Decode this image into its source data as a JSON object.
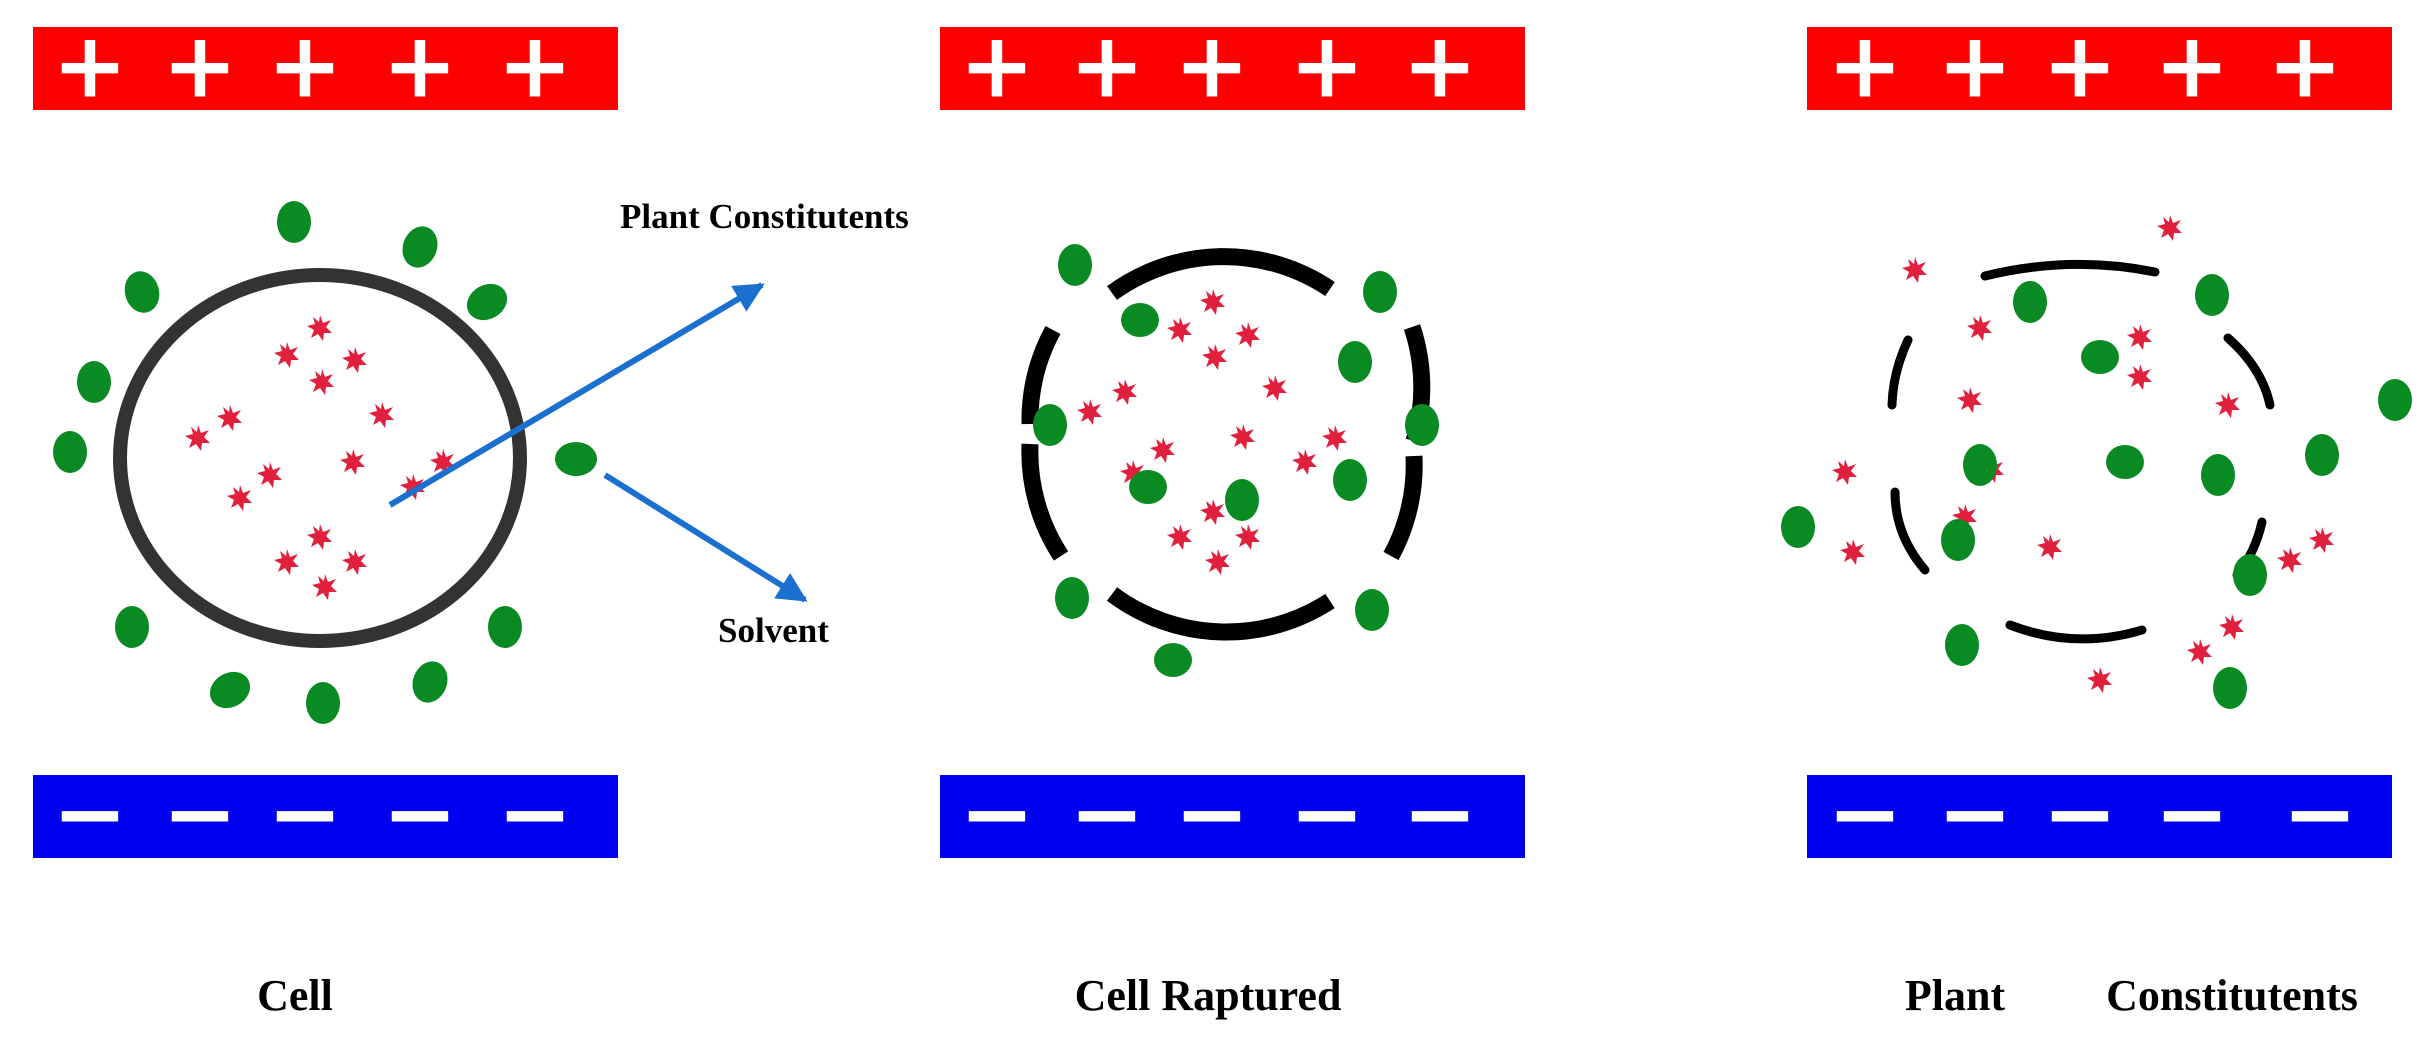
{
  "figure": {
    "colors": {
      "positive_plate": "#ff0000",
      "negative_plate": "#0000f0",
      "sign": "#ffffff",
      "solvent": "#0a8a23",
      "constituent": "#e0203c",
      "cell_wall": "#333333",
      "ruptured_wall": "#000000",
      "arrow": "#1a6fcf",
      "text": "#000000"
    },
    "annotations": {
      "plant_constituents": "Plant Constitutents",
      "solvent": "Solvent"
    },
    "panels": [
      {
        "id": "intact",
        "positive_signs": [
          "+",
          "+",
          "+",
          "+",
          "+"
        ],
        "negative_signs": [
          "−",
          "−",
          "−",
          "−",
          "−"
        ],
        "caption": [
          "Cell"
        ]
      },
      {
        "id": "ruptured",
        "positive_signs": [
          "+",
          "+",
          "+",
          "+",
          "+"
        ],
        "negative_signs": [
          "−",
          "−",
          "−",
          "−",
          "−"
        ],
        "caption": [
          "Cell Raptured"
        ]
      },
      {
        "id": "released",
        "positive_signs": [
          "+",
          "+",
          "+",
          "+",
          "+"
        ],
        "negative_signs": [
          "−",
          "−",
          "−",
          "−",
          "−"
        ],
        "caption": [
          "Plant",
          "Constitutents"
        ]
      }
    ]
  }
}
